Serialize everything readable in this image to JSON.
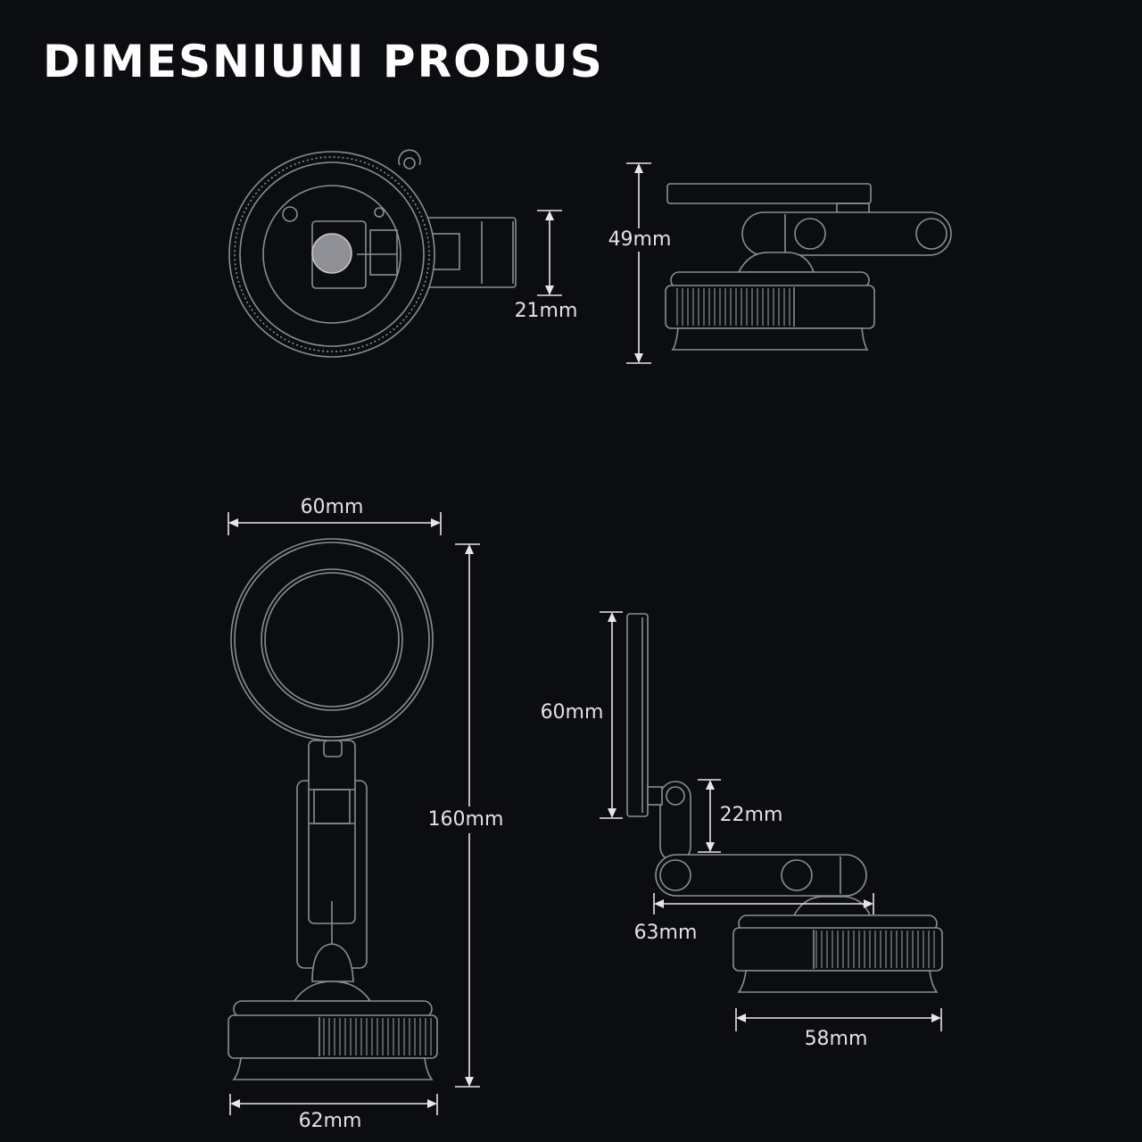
{
  "header": {
    "title": "DIMESNIUNI PRODUS"
  },
  "colors": {
    "background": "#0c0d10",
    "line": "#8a8d93",
    "dimension": "#e6e6e6",
    "title": "#ffffff"
  },
  "dimensions": {
    "top_height": "21mm",
    "side_height": "49mm",
    "front_width": "60mm",
    "front_height": "160mm",
    "front_base_width": "62mm",
    "plate_height": "60mm",
    "arm_height": "22mm",
    "arm_length": "63mm",
    "base_width": "58mm"
  }
}
